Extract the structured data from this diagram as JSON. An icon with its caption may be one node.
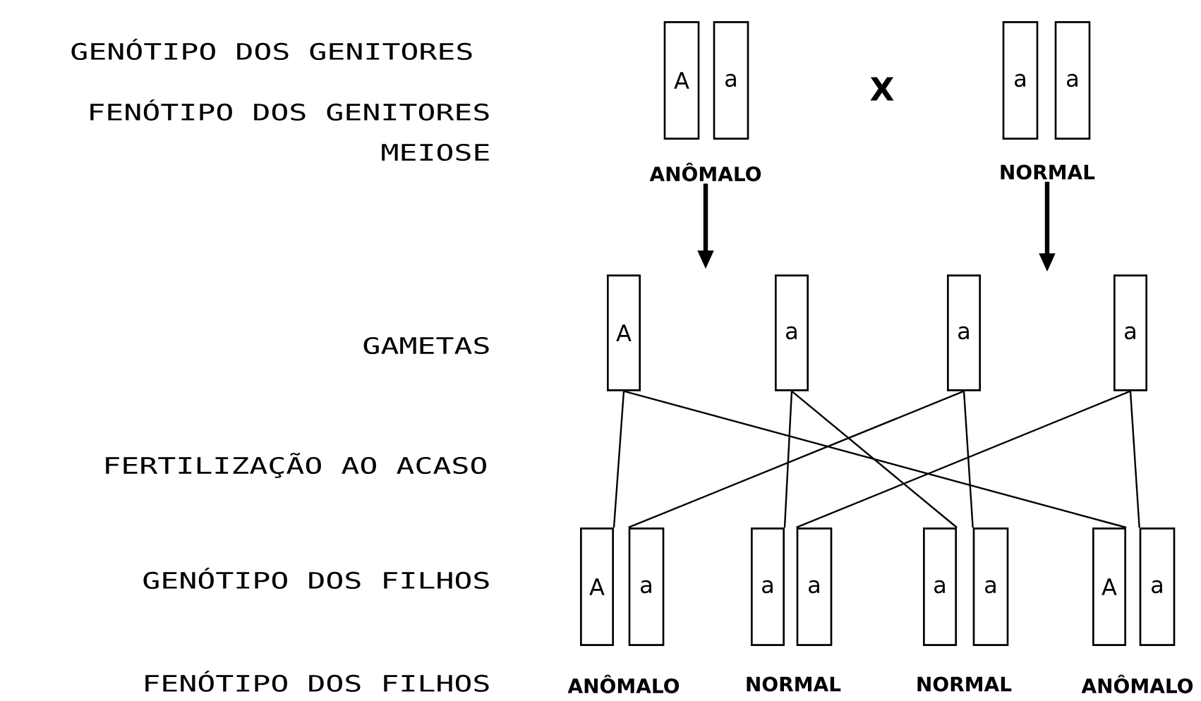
{
  "diagram": {
    "nodes": [
      {
        "text": [
          "A"
        ]
      },
      {
        "text": [
          "a"
        ]
      },
      {
        "text": [
          "a"
        ]
      },
      {
        "text": [
          "a"
        ]
      },
      {
        "text": [
          "ANÔMALO"
        ]
      },
      {
        "text": [
          "NORMAL"
        ]
      },
      {
        "text": [
          "A"
        ]
      },
      {
        "text": [
          "a"
        ]
      },
      {
        "text": [
          "a"
        ]
      },
      {
        "text": [
          "a"
        ]
      },
      {
        "text": [
          "A"
        ]
      },
      {
        "text": [
          "a"
        ]
      },
      {
        "text": [
          "a"
        ]
      },
      {
        "text": [
          "a"
        ]
      },
      {
        "text": [
          "a"
        ]
      },
      {
        "text": [
          "a"
        ]
      },
      {
        "text": [
          "A"
        ]
      },
      {
        "text": [
          "a"
        ]
      }
    ],
    "edges": [
      {
        "from": 4,
        "to": null,
        "arrow": "to",
        "style": "thick"
      },
      {
        "from": 5,
        "to": null,
        "arrow": "to",
        "style": "thick"
      },
      {
        "from": 6,
        "to": 10,
        "arrow": "none"
      },
      {
        "from": 6,
        "to": 16,
        "arrow": "none"
      },
      {
        "from": 7,
        "to": 12,
        "arrow": "none"
      },
      {
        "from": 7,
        "to": 14,
        "arrow": "none"
      },
      {
        "from": 8,
        "to": 15,
        "arrow": "none"
      },
      {
        "from": 8,
        "to": 11,
        "arrow": "none"
      },
      {
        "from": 9,
        "to": 17,
        "arrow": "none"
      },
      {
        "from": 9,
        "to": 13,
        "arrow": "none"
      }
    ],
    "labels": [
      "GENÓTIPO DOS GENITORES",
      "X",
      "FENÓTIPO DOS GENITORES",
      "MEIOSE",
      "GAMETAS",
      "FERTILIZAÇÃO AO ACASO",
      "GENÓTIPO DOS FILHOS",
      "FENÓTIPO DOS FILHOS",
      "ANÔMALO",
      "NORMAL",
      "NORMAL",
      "ANÔMALO"
    ]
  }
}
